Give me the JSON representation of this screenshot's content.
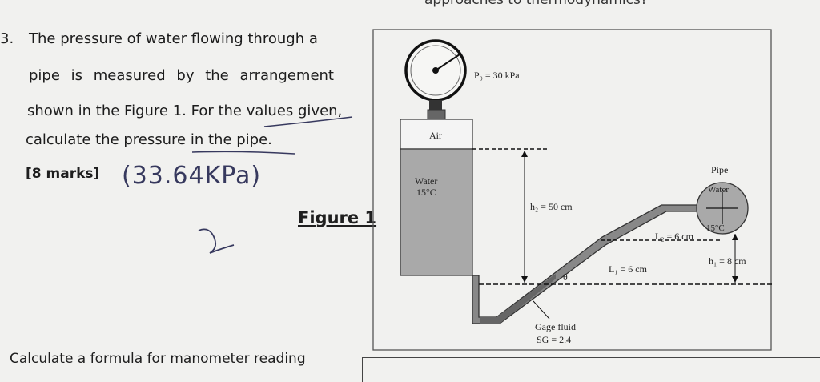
{
  "header": {
    "cutoff_text": "approaches to thermodynamics?"
  },
  "question": {
    "number": "3.",
    "lines": [
      "The pressure of water flowing through a",
      "pipe is measured by the arrangement",
      "shown in the Figure 1. For the values given,",
      "calculate the pressure in the pipe."
    ],
    "marks": "[8 marks]",
    "handwritten_answer": "(33.64KPa)",
    "figure_label": "Figure 1",
    "footer": "Calculate a formula for manometer reading"
  },
  "figure": {
    "gauge_label": "P₀ = 30 kPa",
    "air_label": "Air",
    "water_label": "Water",
    "water_temp": "15°C",
    "h2_label": "h₂ = 50 cm",
    "pipe_label": "Pipe",
    "pipe_water_label": "Water",
    "pipe_temp": "15°C",
    "L2_label": "L₂ = 6 cm",
    "L1_label": "L₁ = 6 cm",
    "h1_label": "h₁ = 8 cm",
    "theta_label": "θ",
    "gage_fluid_label": "Gage fluid",
    "sg_label": "SG = 2.4"
  }
}
